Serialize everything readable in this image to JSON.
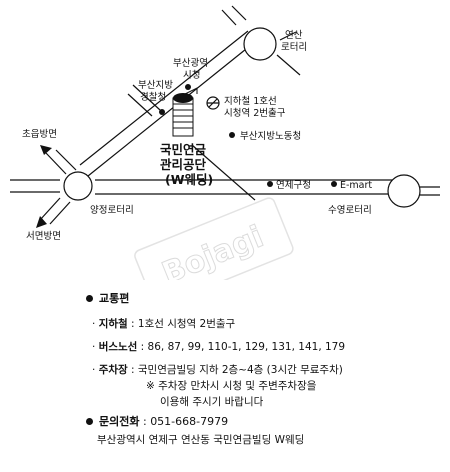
{
  "map": {
    "labels": {
      "yeonsan_rotary": [
        "연산",
        "로터리"
      ],
      "city_hall": [
        "부산광역",
        "시청"
      ],
      "police": [
        "부산지방",
        "경찰청"
      ],
      "subway": [
        "지하철 1호선",
        "시청역 2번출구"
      ],
      "labor_office": "부산지방노동청",
      "chogeup": "초읍방면",
      "nps": [
        "국민연금",
        "관리공단",
        "(W웨딩)"
      ],
      "yeonje_office": "연제구청",
      "emart": "E-mart",
      "yangjeong_rotary": "양정로터리",
      "suyeong_rotary": "수영로터리",
      "seomyeon": "서면방면"
    },
    "watermark": "Bojagi"
  },
  "info": {
    "transport_title": "교통편",
    "subway_label": "지하철",
    "subway_value": "1호선 시청역 2번출구",
    "bus_label": "버스노선",
    "bus_value": "86, 87, 99, 110-1, 129, 131, 141, 179",
    "parking_label": "주차장",
    "parking_value": "국민연금빌딩 지하 2층~4층 (3시간 무료주차)",
    "parking_note1": "※ 주차장 만차시 시청 및 주변주차장을",
    "parking_note2": "이용해 주시기 바랍니다",
    "contact_label": "문의전화",
    "contact_value": "051-668-7979",
    "address": "부산광역시 연제구 연산동 국민연금빌딩 W웨딩"
  }
}
